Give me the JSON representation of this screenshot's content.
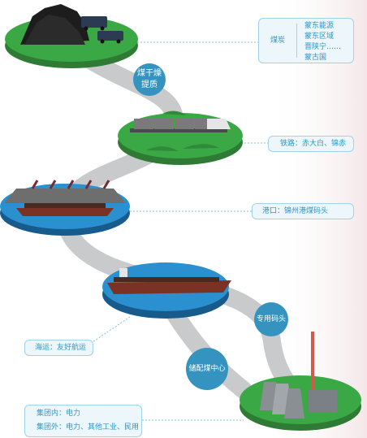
{
  "labels": {
    "coal_title": "煤炭",
    "coal_sources": [
      "蒙东能源",
      "蒙东区域",
      "晋陕宁……",
      "蒙古国"
    ],
    "railway": "铁路：赤大白、锦赤",
    "port": "港口：锦州港煤码头",
    "shipping": "海运：友好航运",
    "group_inner": "集团内：电力",
    "group_outer": "集团外：电力、其他工业、民用"
  },
  "bubbles": {
    "dry": [
      "煤干燥",
      "提质"
    ],
    "dock": "专用码头",
    "center": "储配煤中心"
  },
  "colors": {
    "label_bg": "#ecf6fb",
    "label_border": "#9fd3ea",
    "label_text": "#2d97c6",
    "bubble": "#3594bf",
    "grass": "#3aa845",
    "water": "#1f86c9",
    "path": "#c9cacb"
  }
}
